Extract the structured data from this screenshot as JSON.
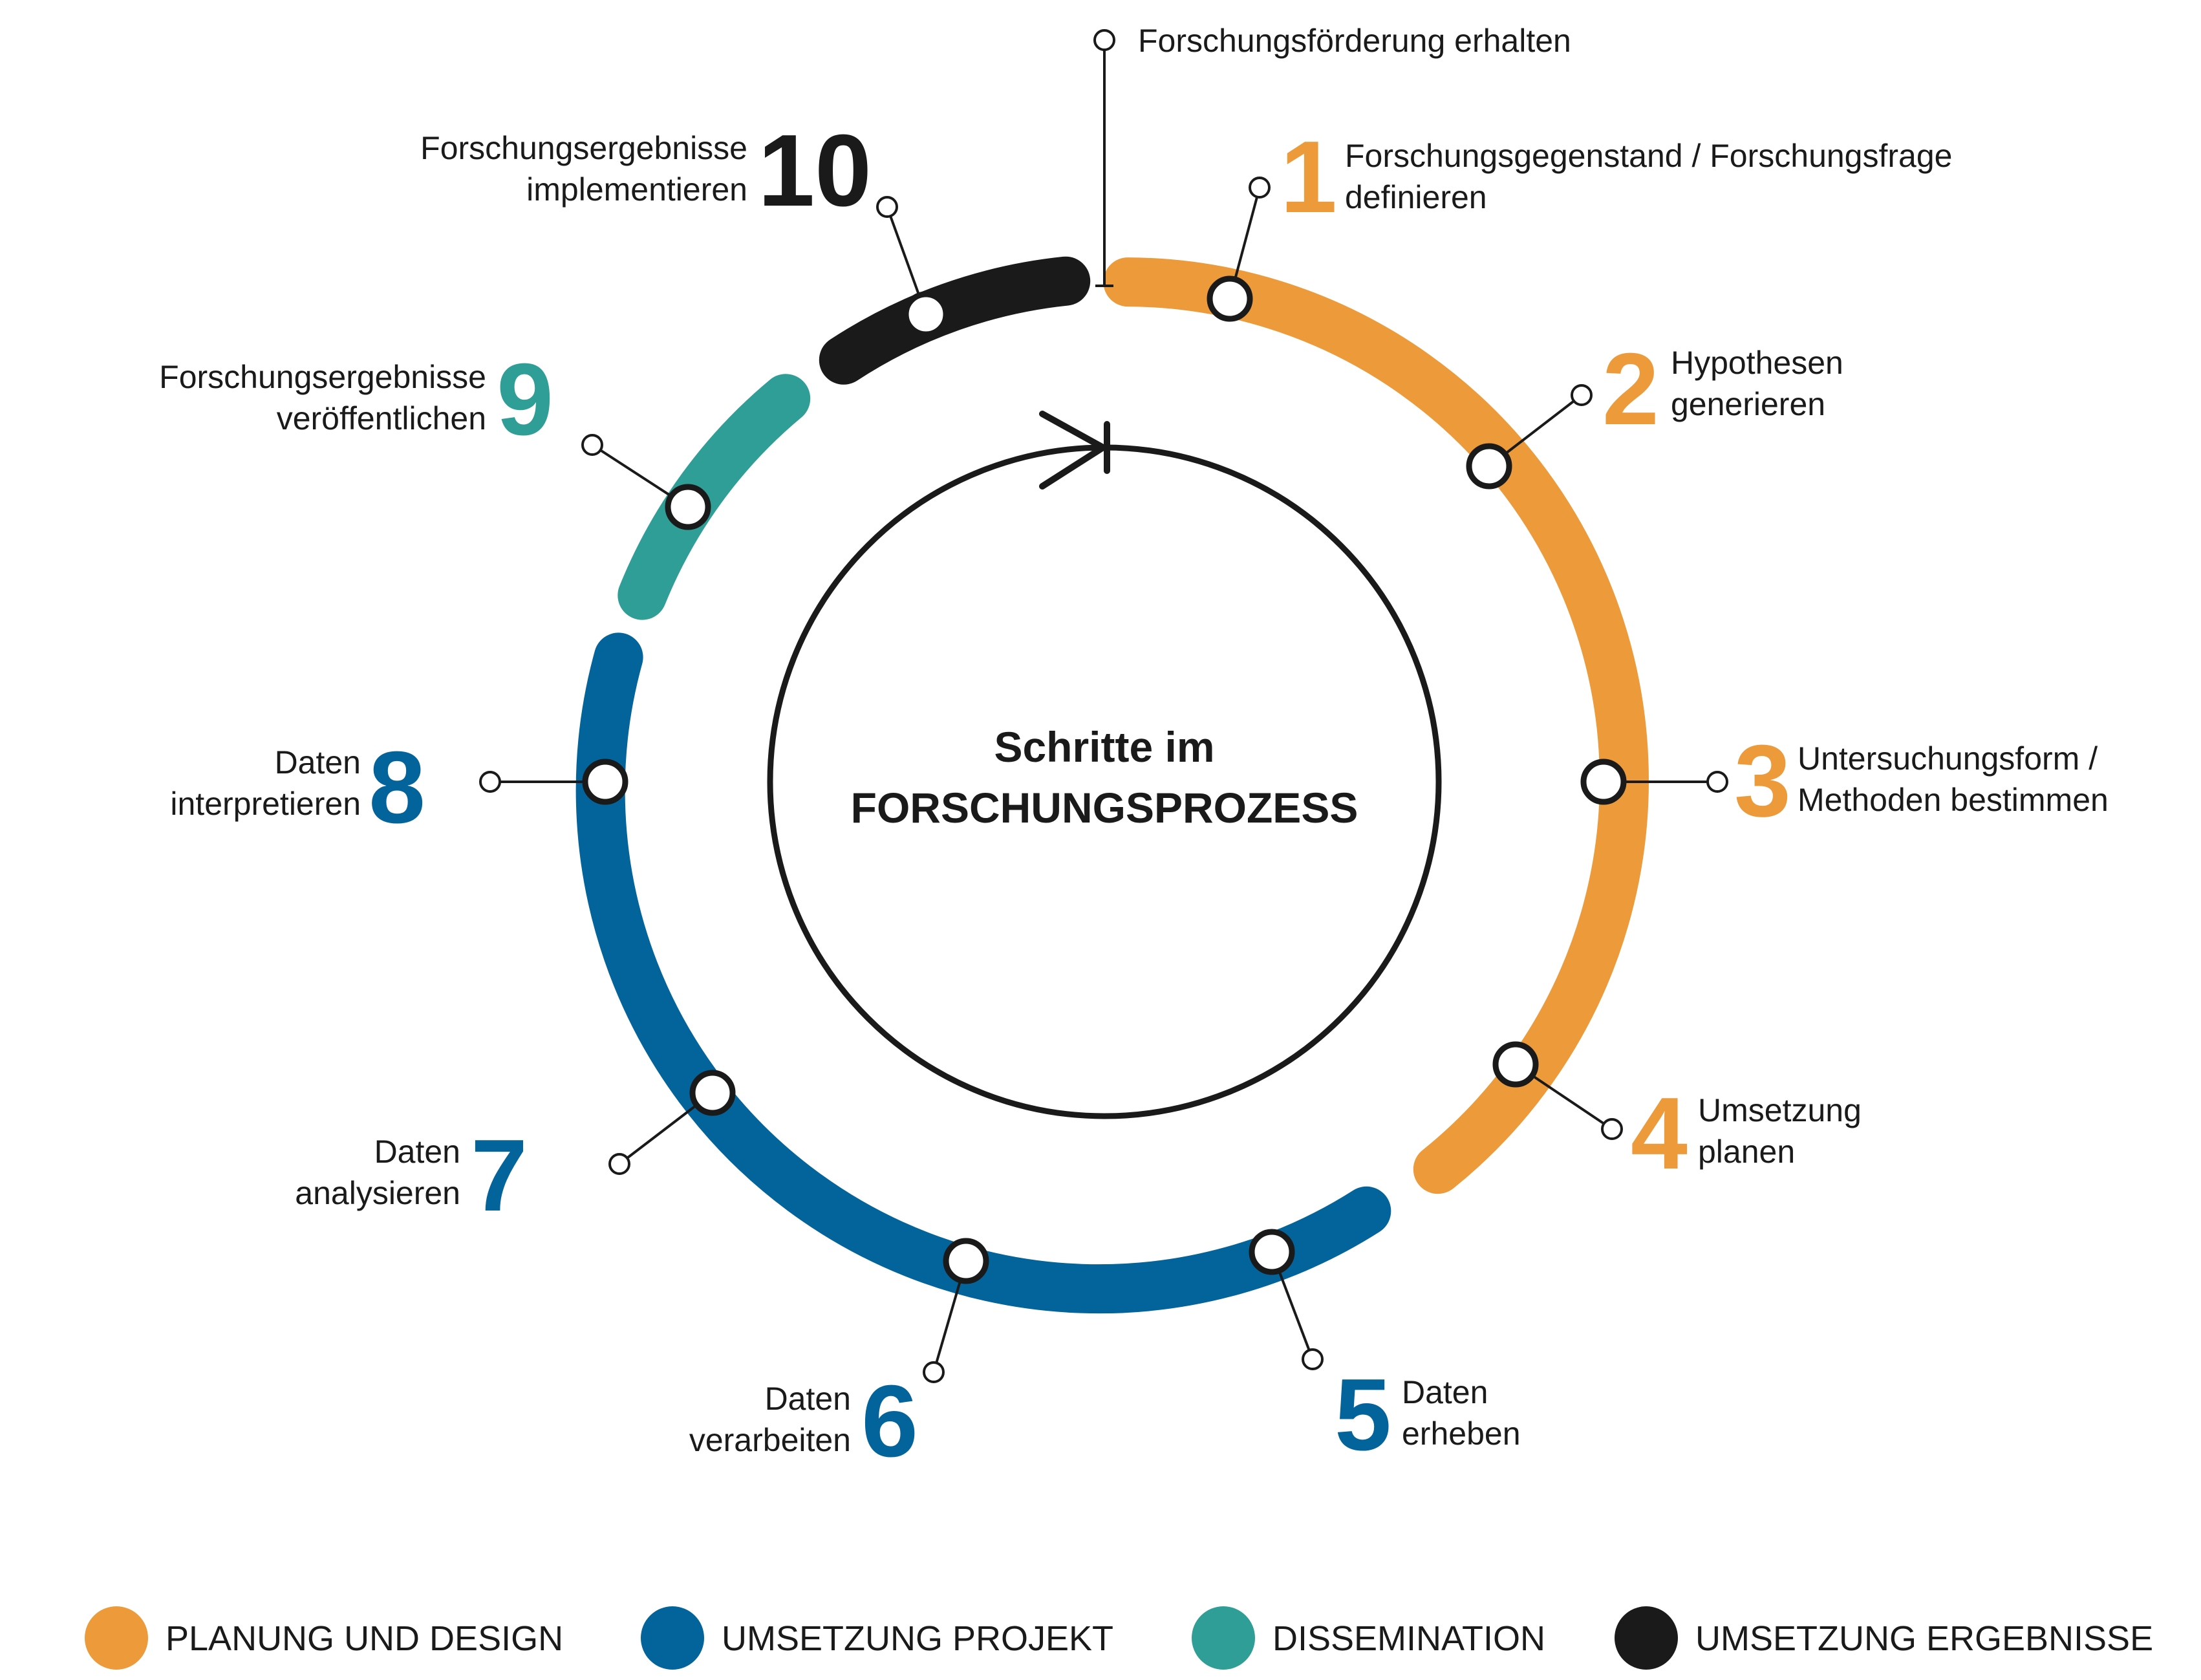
{
  "colors": {
    "planung": "#EC9A3A",
    "umsetzung_projekt": "#03649C",
    "dissemination": "#2E9E97",
    "umsetzung_ergebnisse": "#1A1A1A",
    "ink": "#1A1A1A"
  },
  "center_title": {
    "line1": "Schritte im",
    "line2": "FORSCHUNGSPROZESS"
  },
  "start_marker": {
    "label": "Forschungsförderung erhalten"
  },
  "steps": [
    {
      "number": "1",
      "line1": "Forschungsgegenstand / Forschungsfrage",
      "line2": "definieren",
      "phase": "planung"
    },
    {
      "number": "2",
      "line1": "Hypothesen",
      "line2": "generieren",
      "phase": "planung"
    },
    {
      "number": "3",
      "line1": "Untersuchungsform /",
      "line2": "Methoden bestimmen",
      "phase": "planung"
    },
    {
      "number": "4",
      "line1": "Umsetzung",
      "line2": "planen",
      "phase": "planung"
    },
    {
      "number": "5",
      "line1": "Daten",
      "line2": "erheben",
      "phase": "umsetzung_projekt"
    },
    {
      "number": "6",
      "line1": "Daten",
      "line2": "verarbeiten",
      "phase": "umsetzung_projekt"
    },
    {
      "number": "7",
      "line1": "Daten",
      "line2": "analysieren",
      "phase": "umsetzung_projekt"
    },
    {
      "number": "8",
      "line1": "Daten",
      "line2": "interpretieren",
      "phase": "umsetzung_projekt"
    },
    {
      "number": "9",
      "line1": "Forschungsergebnisse",
      "line2": "veröffentlichen",
      "phase": "dissemination"
    },
    {
      "number": "10",
      "line1": "Forschungsergebnisse",
      "line2": "implementieren",
      "phase": "umsetzung_ergebnisse"
    }
  ],
  "legend": [
    {
      "label": "PLANUNG UND DESIGN",
      "phase": "planung"
    },
    {
      "label": "UMSETZUNG PROJEKT",
      "phase": "umsetzung_projekt"
    },
    {
      "label": "DISSEMINATION",
      "phase": "dissemination"
    },
    {
      "label": "UMSETZUNG ERGEBNISSE",
      "phase": "umsetzung_ergebnisse"
    }
  ]
}
